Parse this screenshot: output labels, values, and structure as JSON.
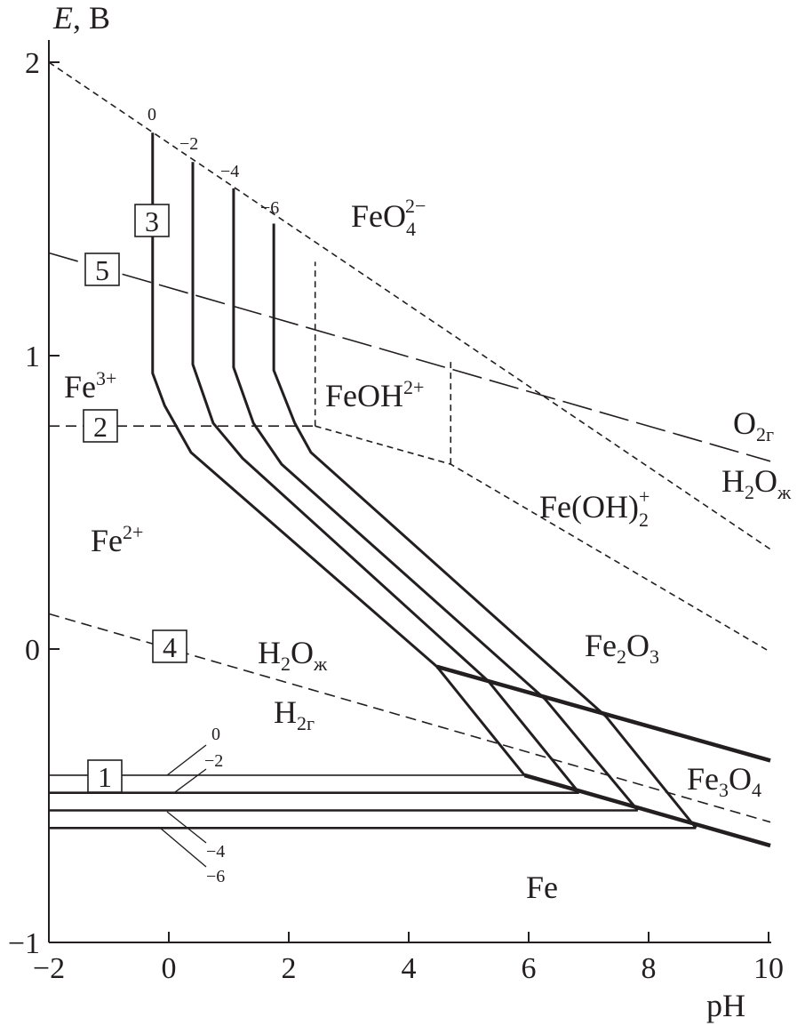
{
  "chart_data": {
    "type": "line",
    "title": "",
    "xlabel": "pH",
    "ylabel_italic": "E",
    "ylabel_unit": ", В",
    "xlim": [
      -2,
      10
    ],
    "ylim": [
      -1,
      2
    ],
    "xticks": [
      "−2",
      "0",
      "2",
      "4",
      "6",
      "8",
      "10"
    ],
    "xtick_values": [
      -2,
      0,
      2,
      4,
      6,
      8,
      10
    ],
    "yticks": [
      "−1",
      "0",
      "1",
      "2"
    ],
    "ytick_values": [
      -1,
      0,
      1,
      2
    ],
    "color": "#231f20",
    "concentration_curves": [
      {
        "name": "0",
        "points": [
          [
            -0.27,
            1.76
          ],
          [
            -0.27,
            0.94
          ],
          [
            -0.07,
            0.83
          ],
          [
            0.37,
            0.67
          ],
          [
            4.47,
            -0.06
          ],
          [
            5.93,
            -0.43
          ]
        ],
        "fe_level": -0.43
      },
      {
        "name": "−2",
        "points": [
          [
            0.4,
            1.66
          ],
          [
            0.4,
            0.97
          ],
          [
            0.74,
            0.77
          ],
          [
            1.23,
            0.65
          ],
          [
            5.33,
            -0.11
          ],
          [
            6.84,
            -0.49
          ]
        ],
        "fe_level": -0.49
      },
      {
        "name": "−4",
        "points": [
          [
            1.08,
            1.57
          ],
          [
            1.08,
            0.96
          ],
          [
            1.41,
            0.77
          ],
          [
            1.88,
            0.63
          ],
          [
            6.27,
            -0.17
          ],
          [
            7.82,
            -0.55
          ]
        ],
        "fe_level": -0.55
      },
      {
        "name": "−6",
        "points": [
          [
            1.75,
            1.45
          ],
          [
            1.75,
            0.95
          ],
          [
            2.1,
            0.77
          ],
          [
            2.37,
            0.67
          ],
          [
            7.29,
            -0.23
          ],
          [
            8.79,
            -0.61
          ]
        ],
        "fe_level": -0.61
      }
    ],
    "solid_boundaries": [
      {
        "name": "Fe2O3/Fe3O4",
        "points": [
          [
            4.47,
            -0.06
          ],
          [
            10.03,
            -0.38
          ]
        ]
      },
      {
        "name": "Fe3O4/Fe",
        "points": [
          [
            5.93,
            -0.43
          ],
          [
            10.03,
            -0.67
          ]
        ]
      }
    ],
    "dashed_boundaries": [
      {
        "name": "FeO4-boundary",
        "style": "short",
        "points": [
          [
            -2,
            2.0
          ],
          [
            10.03,
            0.34
          ]
        ]
      },
      {
        "name": "line-5-O2",
        "style": "long",
        "points": [
          [
            -2,
            1.35
          ],
          [
            10.03,
            0.64
          ]
        ]
      },
      {
        "name": "line-4-H2",
        "style": "medium",
        "points": [
          [
            -2,
            0.12
          ],
          [
            10.03,
            -0.59
          ]
        ]
      },
      {
        "name": "line-2-Fe3-Fe2",
        "style": "medium",
        "points": [
          [
            -2,
            0.76
          ],
          [
            2.44,
            0.76
          ]
        ]
      },
      {
        "name": "FeOH-lower",
        "style": "short",
        "points": [
          [
            2.44,
            0.76
          ],
          [
            4.7,
            0.63
          ],
          [
            10.03,
            -0.01
          ]
        ]
      },
      {
        "name": "FeOH-left",
        "style": "short",
        "points": [
          [
            2.44,
            0.76
          ],
          [
            2.44,
            1.32
          ]
        ]
      },
      {
        "name": "FeOH-right",
        "style": "short",
        "points": [
          [
            4.7,
            0.63
          ],
          [
            4.7,
            0.98
          ]
        ]
      }
    ],
    "line_numbers": [
      "1",
      "2",
      "3",
      "4",
      "5"
    ],
    "concentration_labels_top": [
      "0",
      "−2",
      "−4",
      "−6"
    ],
    "concentration_labels_bottom": [
      "0",
      "−2",
      "−4",
      "−6"
    ],
    "regions": {
      "feo4": {
        "base": "FeO",
        "sub": "4",
        "sup": "2−"
      },
      "fe3": {
        "base": "Fe",
        "sup": "3+"
      },
      "feoh": {
        "base": "FeOH",
        "sup": "2+"
      },
      "feoh2": {
        "base": "Fe(OH)",
        "sub": "2",
        "sup": "+"
      },
      "o2": {
        "base": "O",
        "sub": "2г"
      },
      "h2o_top": {
        "base": "H",
        "sub": "2",
        "rest": "O",
        "sub2": "ж"
      },
      "fe2": {
        "base": "Fe",
        "sup": "2+"
      },
      "h2o_mid": {
        "base": "H",
        "sub": "2",
        "rest": "O",
        "sub2": "ж"
      },
      "h2": {
        "base": "H",
        "sub": "2г"
      },
      "fe2o3": {
        "base": "Fe",
        "sub": "2",
        "rest": "O",
        "sub2": "3"
      },
      "fe3o4": {
        "base": "Fe",
        "sub": "3",
        "rest": "O",
        "sub2": "4"
      },
      "fe": {
        "base": "Fe"
      }
    }
  }
}
